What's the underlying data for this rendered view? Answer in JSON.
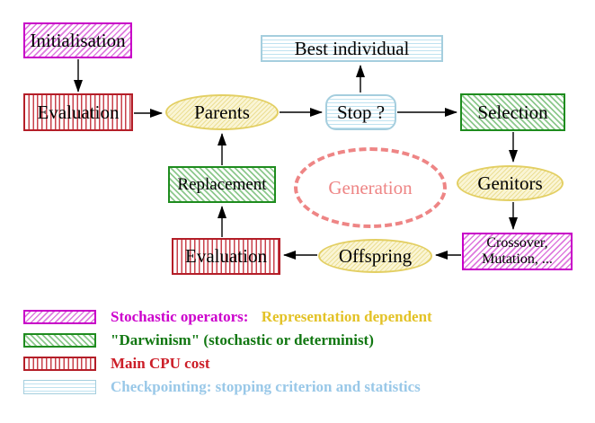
{
  "diagram": {
    "title": "Evolutionary algorithm generation loop",
    "nodes": {
      "initialisation": {
        "label": "Initialisation",
        "style": "magenta-hatch"
      },
      "evaluation_top": {
        "label": "Evaluation",
        "style": "red-vertical-stripes"
      },
      "parents": {
        "label": "Parents",
        "style": "yellow-ellipse"
      },
      "best_individual": {
        "label": "Best individual",
        "style": "cyan-horizontal-stripes"
      },
      "stop": {
        "label": "Stop ?",
        "style": "cyan-horizontal-stripes-rounded"
      },
      "selection": {
        "label": "Selection",
        "style": "green-hatch"
      },
      "replacement": {
        "label": "Replacement",
        "style": "green-hatch"
      },
      "generation": {
        "label": "Generation",
        "style": "salmon-dashed-ellipse"
      },
      "genitors": {
        "label": "Genitors",
        "style": "yellow-ellipse"
      },
      "evaluation_bottom": {
        "label": "Evaluation",
        "style": "red-vertical-stripes"
      },
      "offspring": {
        "label": "Offspring",
        "style": "yellow-ellipse"
      },
      "crossover": {
        "line1": "Crossover,",
        "line2": "Mutation, ...",
        "style": "magenta-hatch"
      }
    },
    "flows": [
      "initialisation -> evaluation_top",
      "evaluation_top -> parents",
      "parents -> stop",
      "stop -> best_individual",
      "stop -> selection",
      "selection -> genitors",
      "genitors -> crossover",
      "crossover -> offspring",
      "offspring -> evaluation_bottom",
      "evaluation_bottom -> replacement",
      "replacement -> parents"
    ]
  },
  "legend": {
    "rows": [
      {
        "swatch": "magenta-hatch",
        "segments": [
          {
            "text": "Stochastic operators:",
            "color": "#cc00cc"
          },
          {
            "text": "Representation dependent",
            "color": "#e3c226"
          }
        ]
      },
      {
        "swatch": "green-hatch",
        "segments": [
          {
            "text": "\"Darwinism\" (stochastic or determinist)",
            "color": "#117711"
          }
        ]
      },
      {
        "swatch": "red-vertical-stripes",
        "segments": [
          {
            "text": "Main CPU cost",
            "color": "#cc1e28"
          }
        ]
      },
      {
        "swatch": "cyan-horizontal-stripes",
        "segments": [
          {
            "text": "Checkpointing: stopping criterion and statistics",
            "color": "#99c8e8"
          }
        ]
      }
    ]
  },
  "palette": {
    "magenta_border": "#c800c8",
    "green_border": "#1e8c1e",
    "red_border": "#b41e28",
    "cyan_border": "#a5cede",
    "yellow_border": "#e3cf63",
    "salmon_dashed": "#ee8585",
    "arrow_black": "#000000"
  }
}
